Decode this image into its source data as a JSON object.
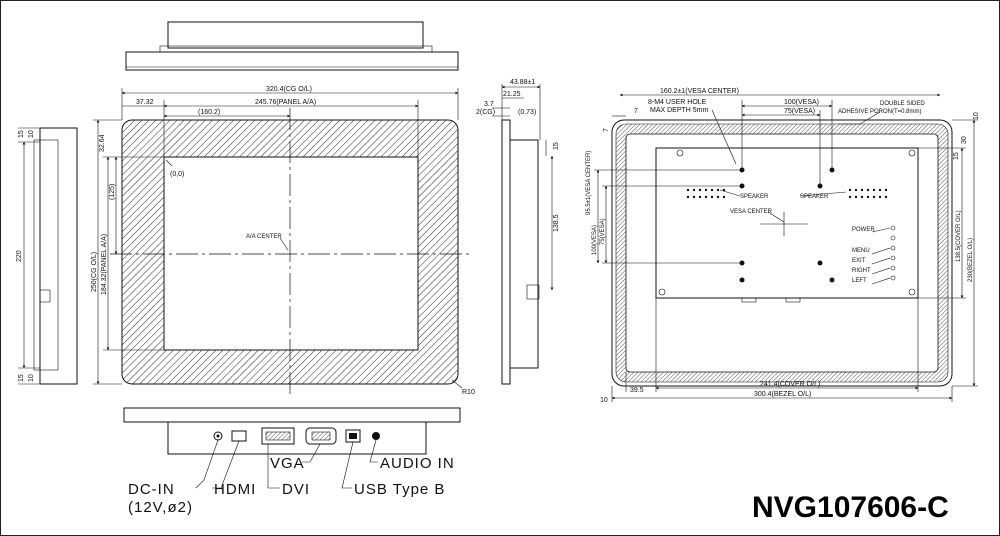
{
  "model": "NVG107606-C",
  "front": {
    "cg_width": "320.4(CG O/L)",
    "panel_width": "245.76(PANEL A/A)",
    "left_offset": "37.32",
    "half_panel": "(160.2)",
    "top_offset": "32.64",
    "origin": "(0,0)",
    "half_height": "(125)",
    "cg_height": "250(CG O/L)",
    "panel_height": "184.32(PANEL A/A)",
    "aa_center": "A/A CENTER",
    "corner_radius": "R10"
  },
  "side_left": {
    "top_15": "15",
    "top_10": "10",
    "height": "220",
    "bottom_15": "15",
    "bottom_10": "10"
  },
  "side_right": {
    "depth": "43.88±1",
    "d_21": "21.25",
    "d_37": "3.7",
    "d_cg": "2(CG)",
    "d_073": "(0.73)",
    "r_15": "15",
    "r_138": "138.5"
  },
  "back": {
    "vesa_center_w": "160.2±1(VESA CENTER)",
    "hole_note_1": "8-M4 USER HOLE",
    "hole_note_2": "MAX DEPTH 5mm",
    "left_7": "7",
    "vesa_100": "100(VESA)",
    "vesa_75": "75(VESA)",
    "double_sided_1": "DOUBLE SIDED",
    "double_sided_2": "ADHESIVE PORON(T=0.8mm)",
    "top_10": "10",
    "top_7": "7",
    "right_30": "30",
    "right_15": "15",
    "vesa_center_h": "95.5±1(VESA CENTER)",
    "speaker_1": "SPEAKER",
    "speaker_2": "SPEAKER",
    "vesa_center": "VESA CENTER",
    "vesa_v100": "100(VESA)",
    "vesa_v75": "75(VESA)",
    "cover_h": "138.5(COVER O/L)",
    "bezel_h": "230(BEZEL O/L)",
    "btn_power": "POWER",
    "btn_menu": "MENU",
    "btn_exit": "EXIT",
    "btn_right": "RIGHT",
    "btn_left": "LEFT",
    "d_395": "39.5",
    "cover_w": "241.4(COVER O/L)",
    "bezel_w": "300.4(BEZEL O/L)",
    "bottom_10": "10"
  },
  "io": {
    "dcin": "DC-IN",
    "dcin_spec": "(12V,ø2)",
    "hdmi": "HDMI",
    "dvi": "DVI",
    "vga": "VGA",
    "usb": "USB Type B",
    "audio": "AUDIO IN"
  }
}
